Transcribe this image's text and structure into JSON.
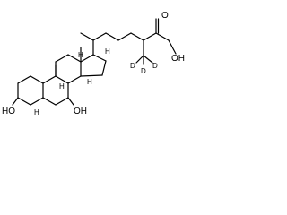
{
  "molecule": {
    "labels": {
      "cooh": "OH",
      "carbonyl_o": "O",
      "d_left": "D",
      "d_right": "D",
      "d_bottom": "D",
      "h_c17": "H",
      "h_c8": "H",
      "h_c14": "H",
      "h_c9": "H",
      "h_c5": "H",
      "oh_c3": "HO",
      "oh_c7": "OH"
    }
  }
}
